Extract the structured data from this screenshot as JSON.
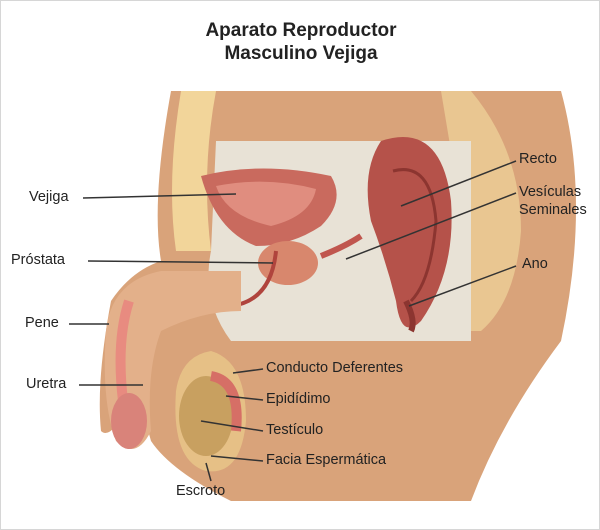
{
  "title": {
    "line1": "Aparato Reproductor",
    "line2": "Masculino Vejiga"
  },
  "labels": {
    "vejiga": "Vejiga",
    "prostata": "Próstata",
    "pene": "Pene",
    "uretra": "Uretra",
    "recto": "Recto",
    "vesiculas1": "Vesículas",
    "vesiculas2": "Seminales",
    "ano": "Ano",
    "conducto": "Conducto Deferentes",
    "epididimo": "Epidídimo",
    "testiculo": "Testículo",
    "facia": "Facia Espermática",
    "escroto": "Escroto"
  }
}
